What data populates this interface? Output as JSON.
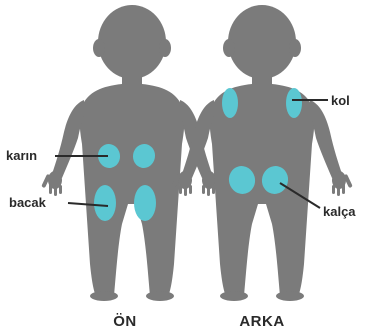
{
  "views": {
    "front": "ÖN",
    "back": "ARKA"
  },
  "sites": {
    "abdomen": "karın",
    "thigh": "bacak",
    "arm": "kol",
    "hip": "kalça"
  },
  "colors": {
    "body": "#7b7b7b",
    "injection_site": "#5bc7d2",
    "leader_line": "#2a2a2a",
    "text": "#2a2a2a"
  }
}
